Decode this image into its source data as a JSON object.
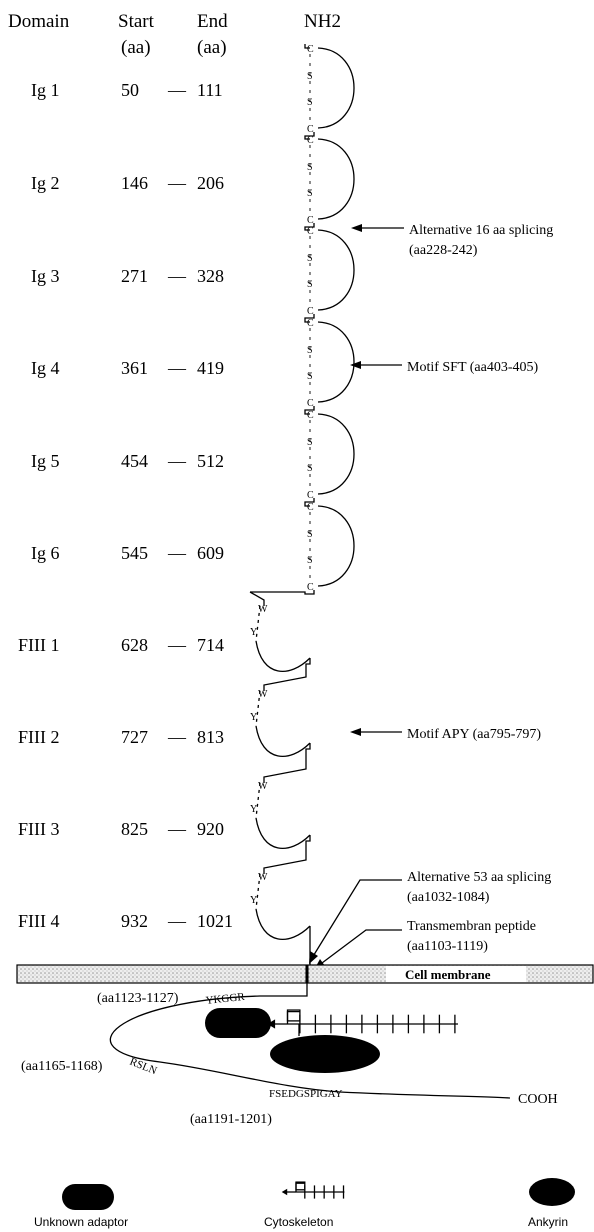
{
  "header": {
    "domain": "Domain",
    "start": "Start",
    "end": "End",
    "unit_start": "(aa)",
    "unit_end": "(aa)",
    "nh2": "NH2"
  },
  "domains": [
    {
      "name": "Ig 1",
      "start": "50",
      "end": "111"
    },
    {
      "name": "Ig 2",
      "start": "146",
      "end": "206"
    },
    {
      "name": "Ig 3",
      "start": "271",
      "end": "328"
    },
    {
      "name": "Ig 4",
      "start": "361",
      "end": "419"
    },
    {
      "name": "Ig 5",
      "start": "454",
      "end": "512"
    },
    {
      "name": "Ig 6",
      "start": "545",
      "end": "609"
    },
    {
      "name": "FIII 1",
      "start": "628",
      "end": "714"
    },
    {
      "name": "FIII 2",
      "start": "727",
      "end": "813"
    },
    {
      "name": "FIII 3",
      "start": "825",
      "end": "920"
    },
    {
      "name": "FIII 4",
      "start": "932",
      "end": "1021"
    }
  ],
  "dash": "—",
  "residues": {
    "c": "C",
    "s": "S",
    "w": "W",
    "y": "Y"
  },
  "annotations": {
    "splice16_line1": "Alternative 16 aa splicing",
    "splice16_line2": "(aa228-242)",
    "sft": "Motif SFT (aa403-405)",
    "apy": "Motif APY (aa795-797)",
    "splice53_line1": "Alternative 53 aa splicing",
    "splice53_line2": "(aa1032-1084)",
    "tm_line1": "Transmembran peptide",
    "tm_line2": "(aa1103-1119)",
    "membrane": "Cell membrane"
  },
  "cytoplasmic": {
    "pos1": "(aa1123-1127)",
    "seq1": "YKGGR",
    "pos2": "(aa1165-1168)",
    "seq2": "RSLN",
    "pos3": "(aa1191-1201)",
    "seq3": "FSEDGSPIGAY",
    "cooh": "COOH"
  },
  "legend": {
    "adaptor": "Unknown adaptor",
    "cytoskeleton": "Cytoskeleton",
    "ankyrin": "Ankyrin"
  }
}
